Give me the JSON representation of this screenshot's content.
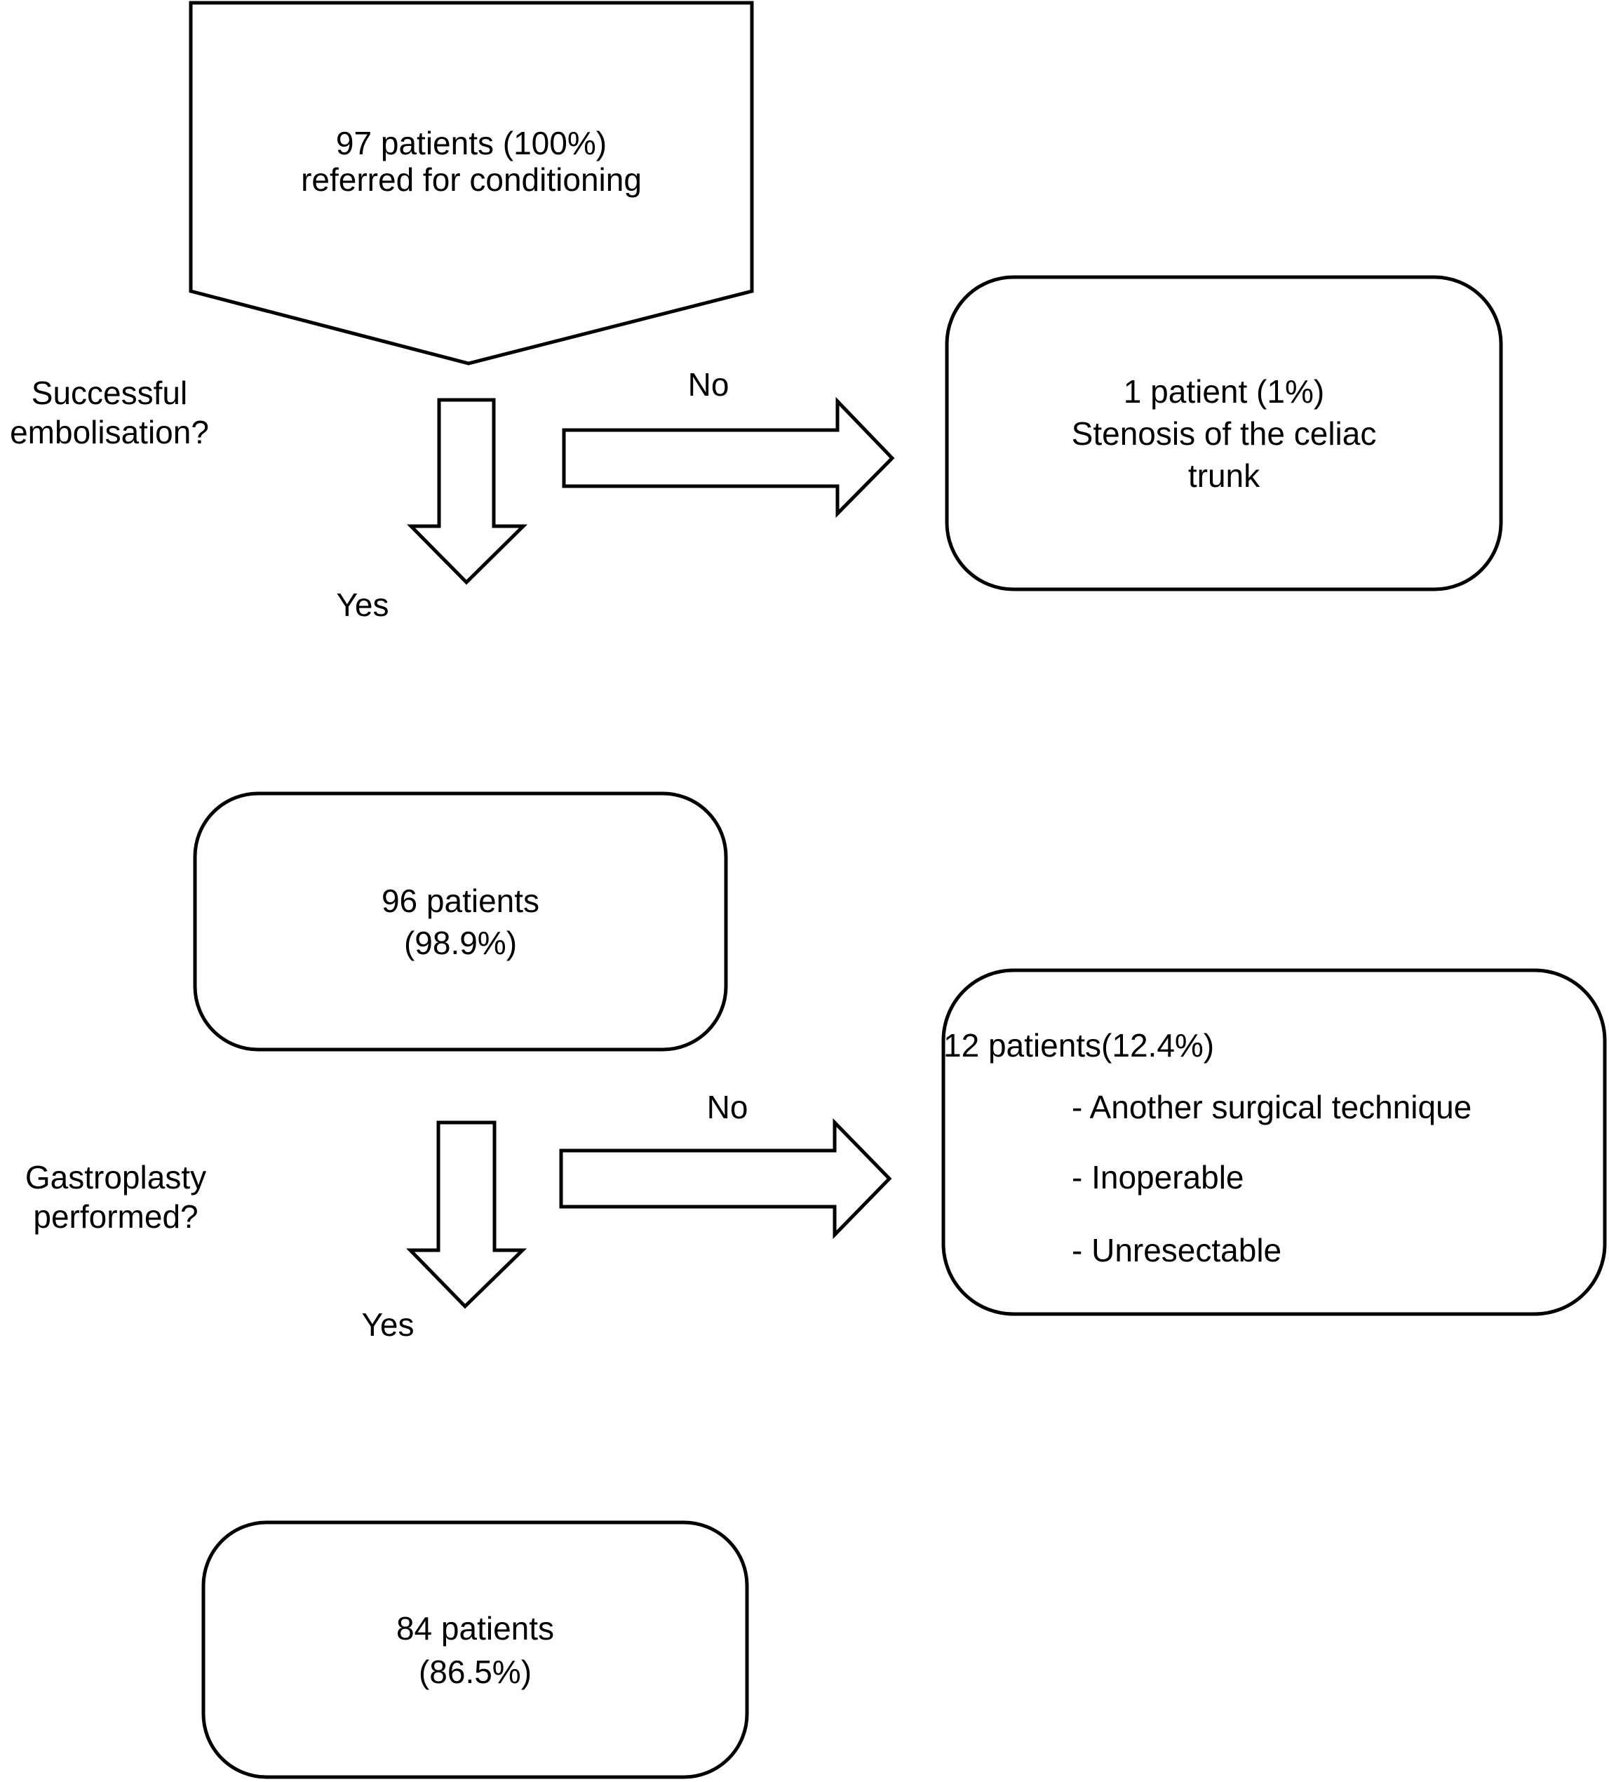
{
  "flowchart": {
    "nodes": {
      "referred": {
        "text": "97 patients (100%)\nreferred for conditioning"
      },
      "embolised": {
        "text": "96 patients\n(98.9%)"
      },
      "stenosis": {
        "text": "1 patient (1%)\nStenosis of the celiac\ntrunk"
      },
      "no_gastroplasty": {
        "title": "12 patients(12.4%)",
        "items": [
          "- Another surgical technique",
          "- Inoperable",
          "- Unresectable"
        ]
      },
      "gastroplasty": {
        "text": "84 patients\n(86.5%)"
      }
    },
    "questions": {
      "embolisation": "Successful\nembolisation?",
      "gastroplasty": "Gastroplasty\nperformed?"
    },
    "branches": {
      "embolisation_yes": "Yes",
      "embolisation_no": "No",
      "gastroplasty_yes": "Yes",
      "gastroplasty_no": "No"
    },
    "colors": {
      "stroke": "#000000",
      "fill": "#ffffff",
      "text": "#000000",
      "background": "#ffffff"
    }
  }
}
